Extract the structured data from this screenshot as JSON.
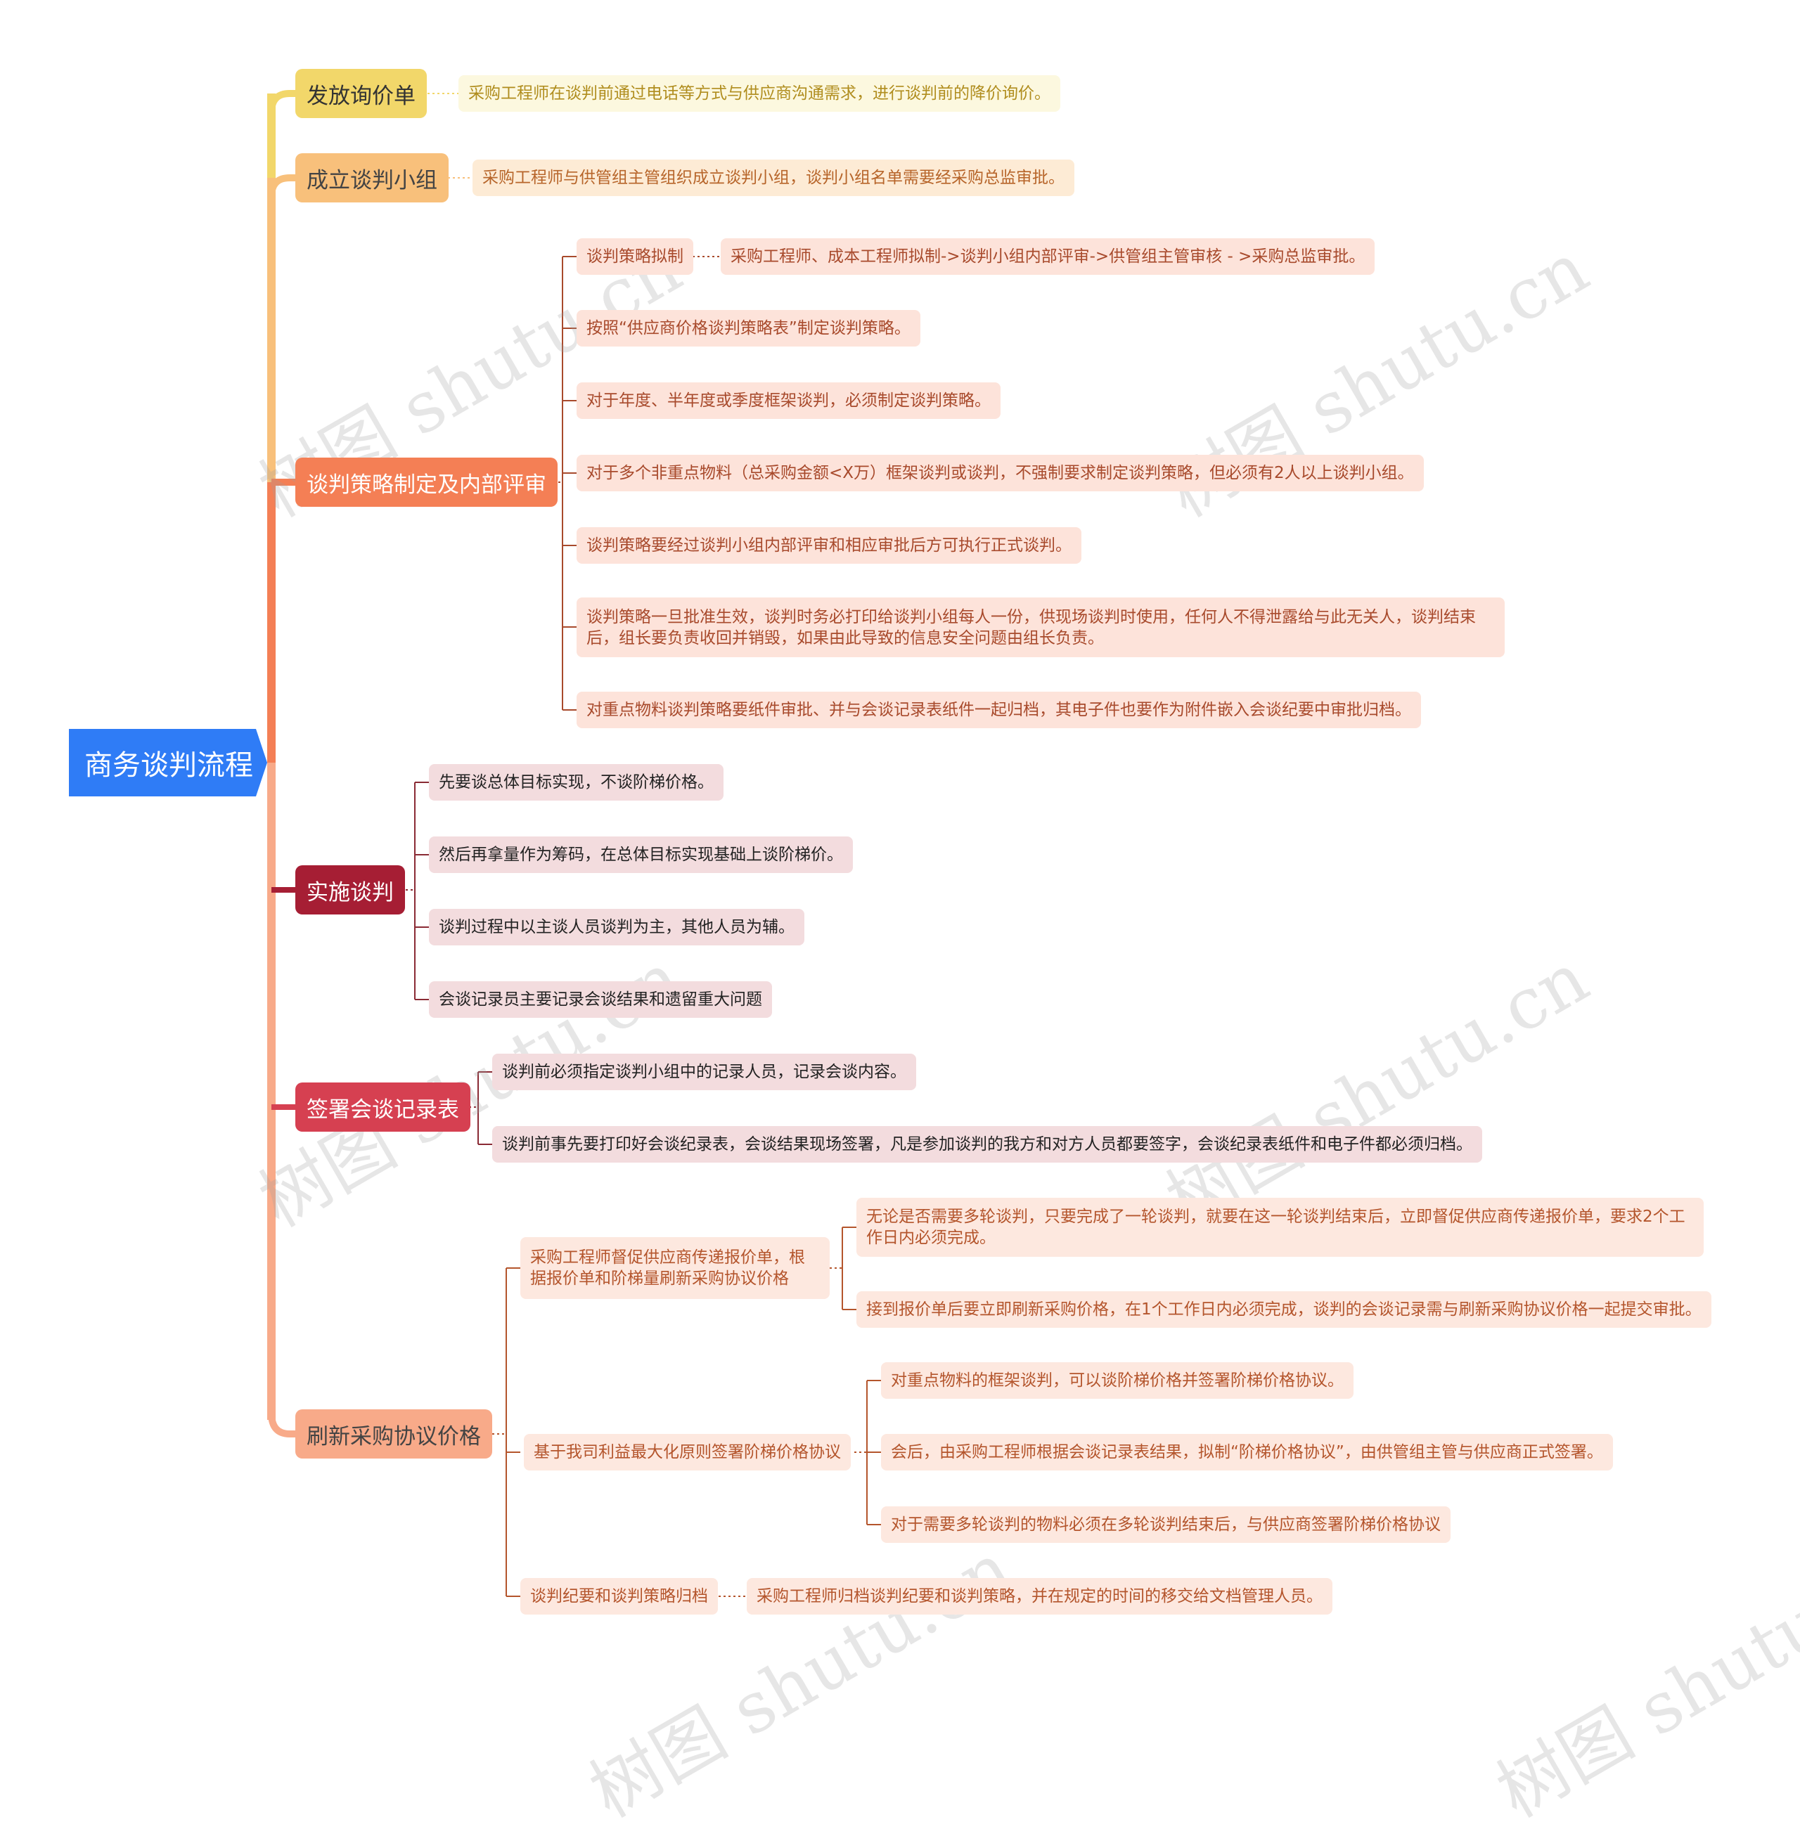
{
  "root": {
    "label": "商务谈判流程"
  },
  "branches": [
    {
      "label": "发放询价单",
      "children": [
        {
          "text": "采购工程师在谈判前通过电话等方式与供应商沟通需求，进行谈判前的降价询价。"
        }
      ]
    },
    {
      "label": "成立谈判小组",
      "children": [
        {
          "text": "采购工程师与供管组主管组织成立谈判小组，谈判小组名单需要经采购总监审批。"
        }
      ]
    },
    {
      "label": "谈判策略制定及内部评审",
      "children": [
        {
          "text": "谈判策略拟制",
          "detail": "采购工程师、成本工程师拟制->谈判小组内部评审->供管组主管审核 - >采购总监审批。"
        },
        {
          "text": "按照“供应商价格谈判策略表”制定谈判策略。"
        },
        {
          "text": "对于年度、半年度或季度框架谈判，必须制定谈判策略。"
        },
        {
          "text": "对于多个非重点物料（总采购金额<X万）框架谈判或谈判，不强制要求制定谈判策略，但必须有2人以上谈判小组。"
        },
        {
          "text": "谈判策略要经过谈判小组内部评审和相应审批后方可执行正式谈判。"
        },
        {
          "text": "谈判策略一旦批准生效，谈判时务必打印给谈判小组每人一份，供现场谈判时使用，任何人不得泄露给与此无关人，谈判结束后，组长要负责收回并销毁，如果由此导致的信息安全问题由组长负责。"
        },
        {
          "text": "对重点物料谈判策略要纸件审批、并与会谈记录表纸件一起归档，其电子件也要作为附件嵌入会谈纪要中审批归档。"
        }
      ]
    },
    {
      "label": "实施谈判",
      "children": [
        {
          "text": "先要谈总体目标实现，不谈阶梯价格。"
        },
        {
          "text": "然后再拿量作为筹码，在总体目标实现基础上谈阶梯价。"
        },
        {
          "text": "谈判过程中以主谈人员谈判为主，其他人员为辅。"
        },
        {
          "text": "会谈记录员主要记录会谈结果和遗留重大问题"
        }
      ]
    },
    {
      "label": "签署会谈记录表",
      "children": [
        {
          "text": "谈判前必须指定谈判小组中的记录人员，记录会谈内容。"
        },
        {
          "text": "谈判前事先要打印好会谈纪录表，会谈结果现场签署，凡是参加谈判的我方和对方人员都要签字，会谈纪录表纸件和电子件都必须归档。"
        }
      ]
    },
    {
      "label": "刷新采购协议价格",
      "children": [
        {
          "text": "采购工程师督促供应商传递报价单，根据报价单和阶梯量刷新采购协议价格",
          "children": [
            {
              "text": "无论是否需要多轮谈判，只要完成了一轮谈判，就要在这一轮谈判结束后，立即督促供应商传递报价单，要求2个工作日内必须完成。"
            },
            {
              "text": "接到报价单后要立即刷新采购价格，在1个工作日内必须完成，谈判的会谈记录需与刷新采购协议价格一起提交审批。"
            }
          ]
        },
        {
          "text": "基于我司利益最大化原则签署阶梯价格协议",
          "children": [
            {
              "text": "对重点物料的框架谈判，可以谈阶梯价格并签署阶梯价格协议。"
            },
            {
              "text": "会后，由采购工程师根据会谈记录表结果，拟制“阶梯价格协议”，由供管组主管与供应商正式签署。"
            },
            {
              "text": "对于需要多轮谈判的物料必须在多轮谈判结束后，与供应商签署阶梯价格协议"
            }
          ]
        },
        {
          "text": "谈判纪要和谈判策略归档",
          "detail": "采购工程师归档谈判纪要和谈判策略，并在规定的时间的移交给文档管理人员。"
        }
      ]
    }
  ],
  "watermark": "树图 shutu.cn",
  "colors": {
    "root": "#2f7cf6",
    "yellow": "#f2d76a",
    "yellowLeaf": "#fcf8df",
    "yellowText": "#b08d1e",
    "orangeLight": "#f8c07b",
    "orangeLeaf": "#fdebd5",
    "orangeText": "#b7652a",
    "orange": "#f47f55",
    "orangeLeaf2": "#fde3da",
    "orangeText2": "#a84a2c",
    "crimson": "#a61e34",
    "pinkLeaf": "#f3dcde",
    "darkText": "#222222",
    "red": "#d64051",
    "salmon": "#f8aa89",
    "salmonLeaf": "#fde8df",
    "salmonText": "#b4552c"
  }
}
